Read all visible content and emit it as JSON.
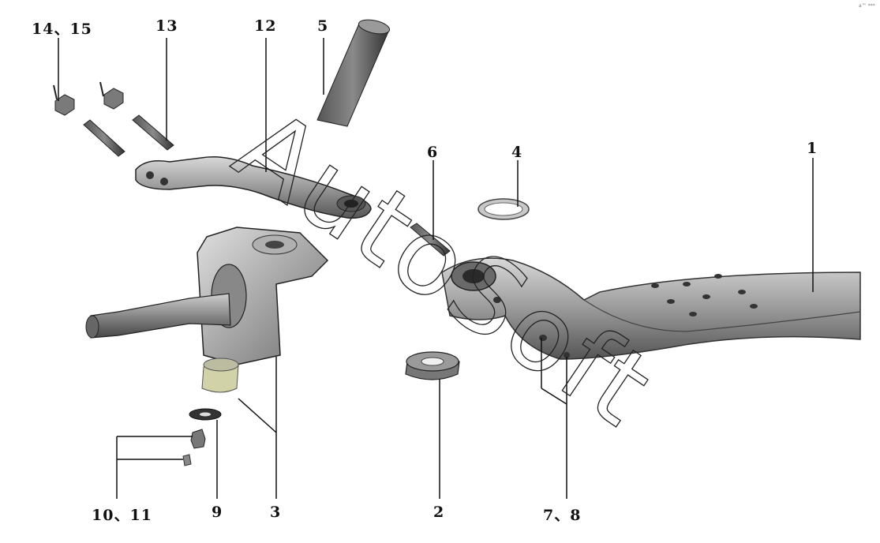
{
  "callouts": {
    "c14_15": "14、15",
    "c13": "13",
    "c12": "12",
    "c5": "5",
    "c6": "6",
    "c4": "4",
    "c1": "1",
    "c10_11": "10、11",
    "c9": "9",
    "c3": "3",
    "c2": "2",
    "c7_8": "7、8"
  },
  "watermark": "AutoSoft",
  "corner_mark": "a™ ***"
}
